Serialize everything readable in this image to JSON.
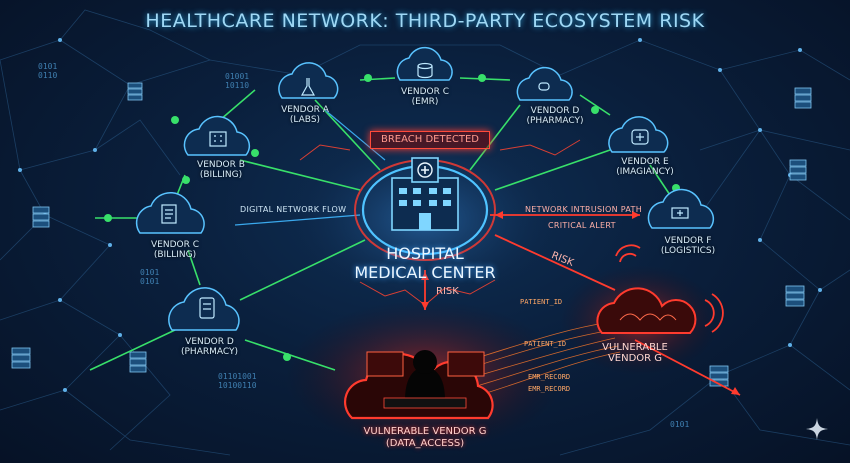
{
  "title": "HEALTHCARE NETWORK: THIRD-PARTY ECOSYSTEM RISK",
  "hospital": {
    "line1": "HOSPITAL",
    "line2": "MEDICAL CENTER"
  },
  "breach": "BREACH DETECTED",
  "vendors": {
    "a": {
      "line1": "VENDOR A",
      "line2": "(LABS)",
      "icon": "flask-icon"
    },
    "c_top": {
      "line1": "VENDOR C",
      "line2": "(EMR)",
      "icon": "database-icon"
    },
    "d_top": {
      "line1": "VENDOR D",
      "line2": "(PHARMACY)",
      "icon": "pill-icon"
    },
    "b": {
      "line1": "VENDOR B",
      "line2": "(BILLING)",
      "icon": "building-icon"
    },
    "e": {
      "line1": "VENDOR E",
      "line2": "(IMAGIANCY)",
      "icon": "medical-cross-icon"
    },
    "c_left": {
      "line1": "VENDOR C",
      "line2": "(BILLING)",
      "icon": "clipboard-icon"
    },
    "f": {
      "line1": "VENDOR F",
      "line2": "(LOGISTICS)",
      "icon": "truck-icon"
    },
    "d_left": {
      "line1": "VENDOR D",
      "line2": "(PHARMACY)",
      "icon": "pill-bottle-icon"
    },
    "g_right": {
      "line1": "VULNERABLE",
      "line2": "VENDOR G"
    },
    "g_bottom": {
      "line1": "VULNERABLE VENDOR G",
      "line2": "(DATA_ACCESS)"
    }
  },
  "flows": {
    "digital": "DIGITAL NETWORK FLOW",
    "intrusion": "NETWORK INTRUSION PATH",
    "critical": "CRITICAL ALERT",
    "risk1": "RISK",
    "risk2": "RISK"
  },
  "data_tags": [
    "PATIENT_ID",
    "PATIENT_ID",
    "EMR_RECORD",
    "EMR_RECORD"
  ],
  "colors": {
    "safe": "#38e06a",
    "link": "#3fb7ff",
    "alert": "#ff3b2e",
    "hospital": "#4fc3ff"
  }
}
